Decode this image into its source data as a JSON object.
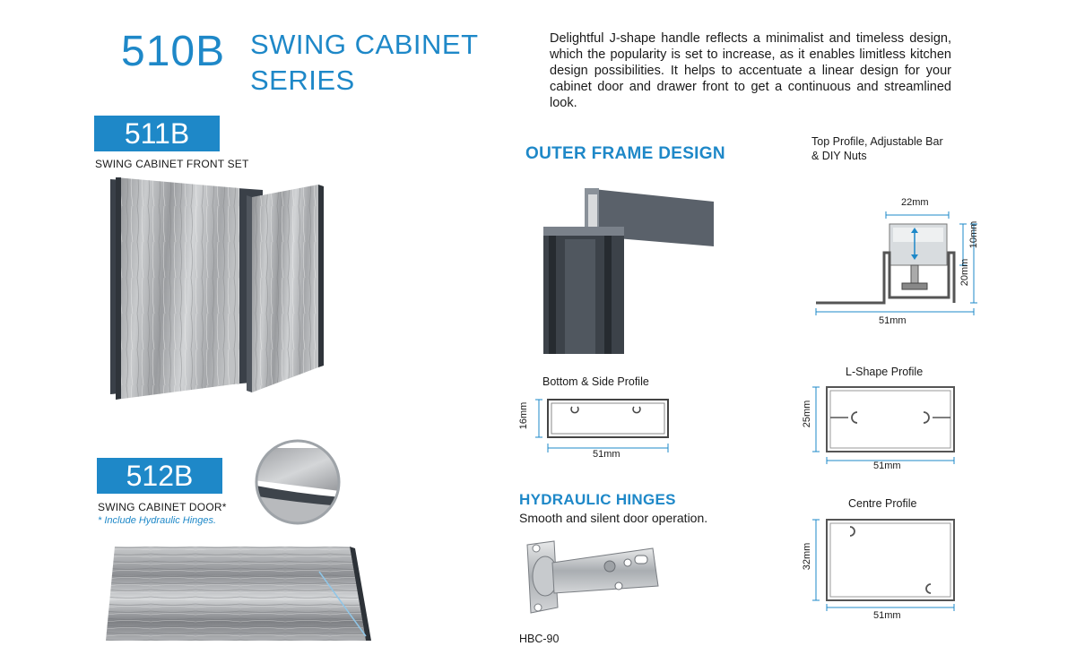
{
  "header": {
    "series_code": "510B",
    "series_title_line1": "SWING CABINET",
    "series_title_line2": "SERIES",
    "description": "Delightful J-shape handle reflects a minimalist and timeless design, which the popularity is set to increase, as it enables limitless kitchen design possibilities. It helps to accentuate a linear design for your cabinet door and drawer front to get a continuous and streamlined look."
  },
  "product_511b": {
    "code": "511B",
    "caption": "SWING CABINET FRONT SET"
  },
  "product_512b": {
    "code": "512B",
    "caption": "SWING CABINET DOOR*",
    "note": "* Include Hydraulic Hinges."
  },
  "outer_frame": {
    "heading": "OUTER FRAME DESIGN"
  },
  "bottom_side_profile": {
    "label": "Bottom & Side Profile",
    "height": "16mm",
    "width": "51mm"
  },
  "hinges": {
    "heading": "HYDRAULIC HINGES",
    "subtitle": "Smooth and silent door operation.",
    "model": "HBC-90"
  },
  "top_profile": {
    "label_line1": "Top Profile, Adjustable Bar",
    "label_line2": "& DIY Nuts",
    "top_width": "22mm",
    "adjust": "10mm",
    "height": "20mm",
    "width": "51mm"
  },
  "l_shape_profile": {
    "label": "L-Shape Profile",
    "height": "25mm",
    "width": "51mm"
  },
  "centre_profile": {
    "label": "Centre Profile",
    "height": "32mm",
    "width": "51mm"
  },
  "colors": {
    "accent": "#1e88c8",
    "frame": "#3f464f",
    "profile_line": "#444444"
  }
}
